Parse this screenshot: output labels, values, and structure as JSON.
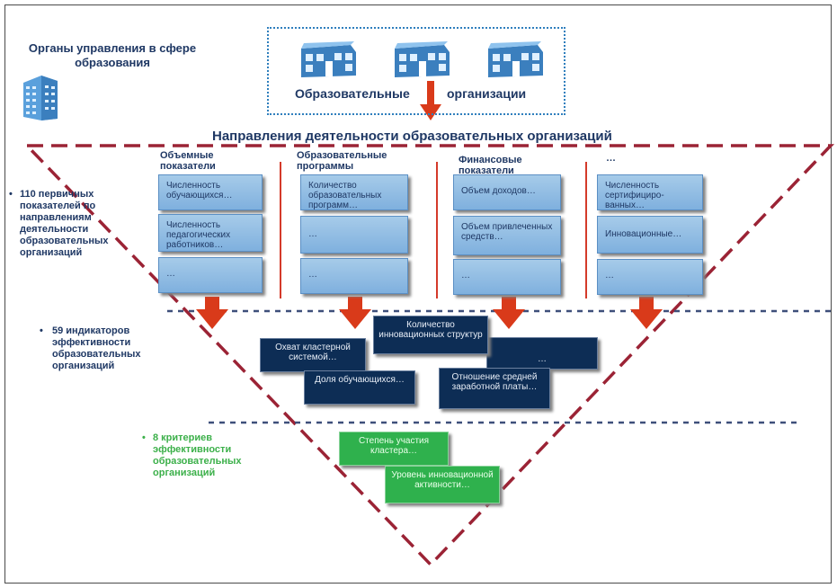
{
  "management": {
    "title": "Органы управления в сфере образования",
    "building_icon": "office-building-icon"
  },
  "organizations": {
    "label_left": "Образовательные",
    "label_right": "организации",
    "building_icon": "school-building-icon"
  },
  "directions_title": "Направления деятельности образовательных организаций",
  "levels": {
    "primary": {
      "bullet": "•",
      "text": "110 первичных показателей по направлениям деятельности образовательных организаций"
    },
    "indicators": {
      "bullet": "•",
      "text": "59 индикаторов эффективности образовательных организаций"
    },
    "criteria": {
      "bullet": "•",
      "text": "8 критериев эффективности образовательных организаций"
    }
  },
  "columns": [
    {
      "header": "Объемные показатели",
      "boxes": [
        "Численность обучающихся…",
        "Численность педагогических работников…",
        "…"
      ]
    },
    {
      "header": "Образовательные программы",
      "boxes": [
        "Количество образовательных программ…",
        "…",
        "…"
      ]
    },
    {
      "header": "Финансовые показатели",
      "boxes": [
        "Объем доходов…",
        "Объем привлеченных средств…",
        "…"
      ]
    },
    {
      "header": "…",
      "boxes": [
        "Численность сертифициро-ванных…",
        "Инновационные…",
        "…"
      ]
    }
  ],
  "indicators": {
    "innovation": "Количество инновационных структур",
    "cluster": "Охват кластерной системой…",
    "share": "Доля обучающихся…",
    "dots": "…",
    "salary": "Отношение средней заработной платы…"
  },
  "criteria": {
    "participation": "Степень участия кластера…",
    "innovation_level": "Уровень инновационной активности…"
  },
  "colors": {
    "accent_dark": "#1f3864",
    "dashed_red": "#9b2335",
    "arrow_red": "#d93a1a",
    "light_box": "#8fbde6",
    "dark_box": "#0d2d55",
    "green_box": "#2fb14d",
    "green_text": "#3cb04a"
  }
}
